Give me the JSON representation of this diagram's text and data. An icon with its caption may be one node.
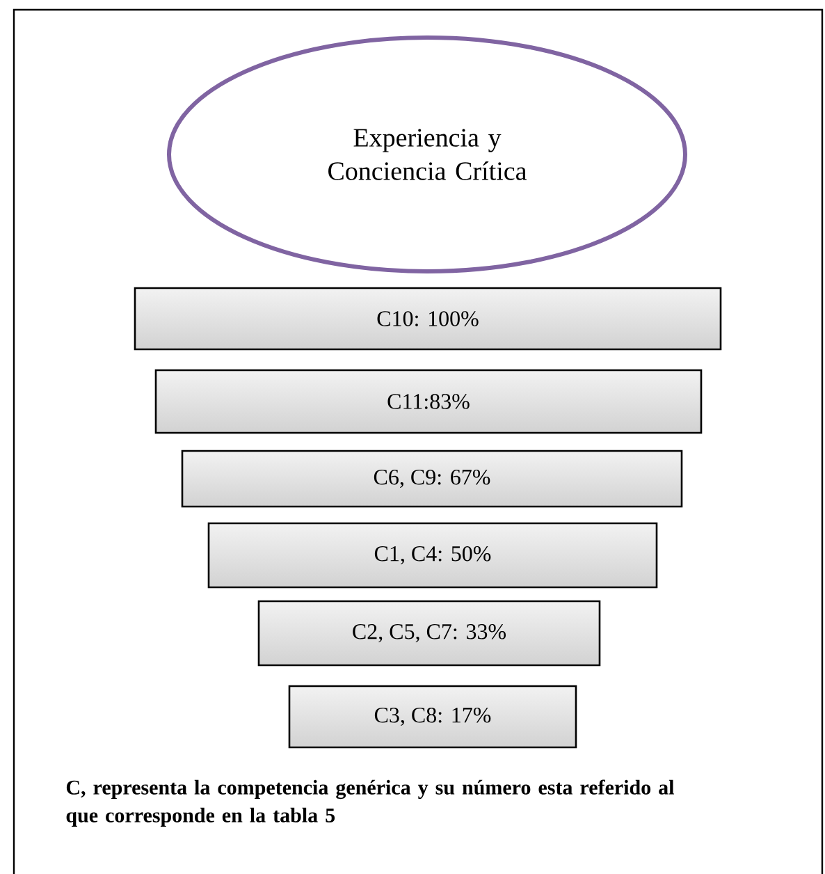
{
  "diagram": {
    "nodes": [
      {
        "text": [
          "Experiencia y Conciencia Crítica"
        ]
      },
      {
        "text": [
          "C10: 100%"
        ]
      },
      {
        "text": [
          "C11:83%"
        ]
      },
      {
        "text": [
          "C6, C9: 67%"
        ]
      },
      {
        "text": [
          "C1, C4: 50%"
        ]
      },
      {
        "text": [
          "C2, C5, C7: 33%"
        ]
      },
      {
        "text": [
          "C3, C8: 17%"
        ]
      }
    ],
    "labels": [
      "C, representa la competencia genérica y su número esta referido al que corresponde en la tabla 5"
    ]
  }
}
